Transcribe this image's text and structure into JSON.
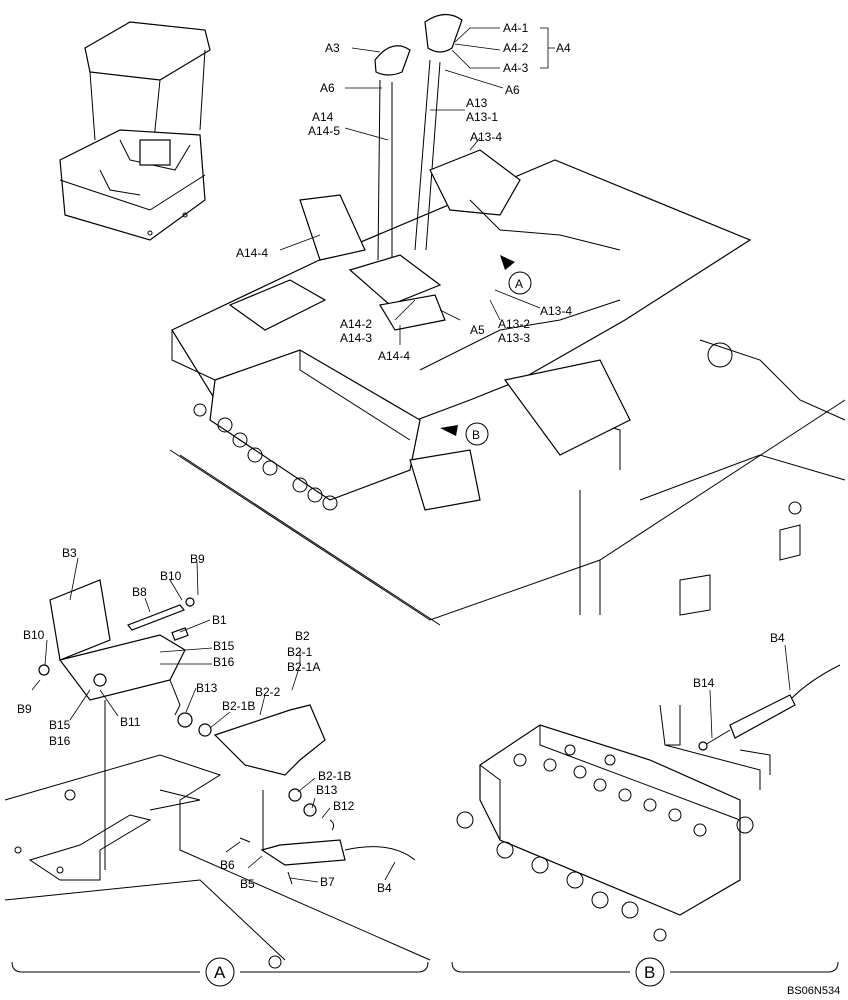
{
  "labels": {
    "A4_1": "A4-1",
    "A4_2": "A4-2",
    "A4_3": "A4-3",
    "A4": "A4",
    "A3": "A3",
    "A6_left": "A6",
    "A6_right": "A6",
    "A13": "A13",
    "A13_1": "A13-1",
    "A14": "A14",
    "A14_5": "A14-5",
    "A13_4_top": "A13-4",
    "A14_4_left": "A14-4",
    "A13_4_right": "A13-4",
    "A14_2": "A14-2",
    "A14_3": "A14-3",
    "A5": "A5",
    "A13_2": "A13-2",
    "A13_3": "A13-3",
    "A14_4_bottom": "A14-4",
    "B3": "B3",
    "B9_top": "B9",
    "B10_top": "B10",
    "B8": "B8",
    "B1": "B1",
    "B10_left": "B10",
    "B15_top": "B15",
    "B16_top": "B16",
    "B2": "B2",
    "B2_1": "B2-1",
    "B2_1A": "B2-1A",
    "B13_top": "B13",
    "B2_2": "B2-2",
    "B2_1B_top": "B2-1B",
    "B9_left": "B9",
    "B11": "B11",
    "B15_left": "B15",
    "B16_left": "B16",
    "B2_1B_bottom": "B2-1B",
    "B13_bottom": "B13",
    "B12": "B12",
    "B6": "B6",
    "B5": "B5",
    "B7": "B7",
    "B4_left": "B4",
    "B4_right": "B4",
    "B14": "B14",
    "callout_A": "A",
    "callout_B": "B",
    "detail_A": "A",
    "detail_B": "B",
    "drawing_code": "BS06N534"
  }
}
